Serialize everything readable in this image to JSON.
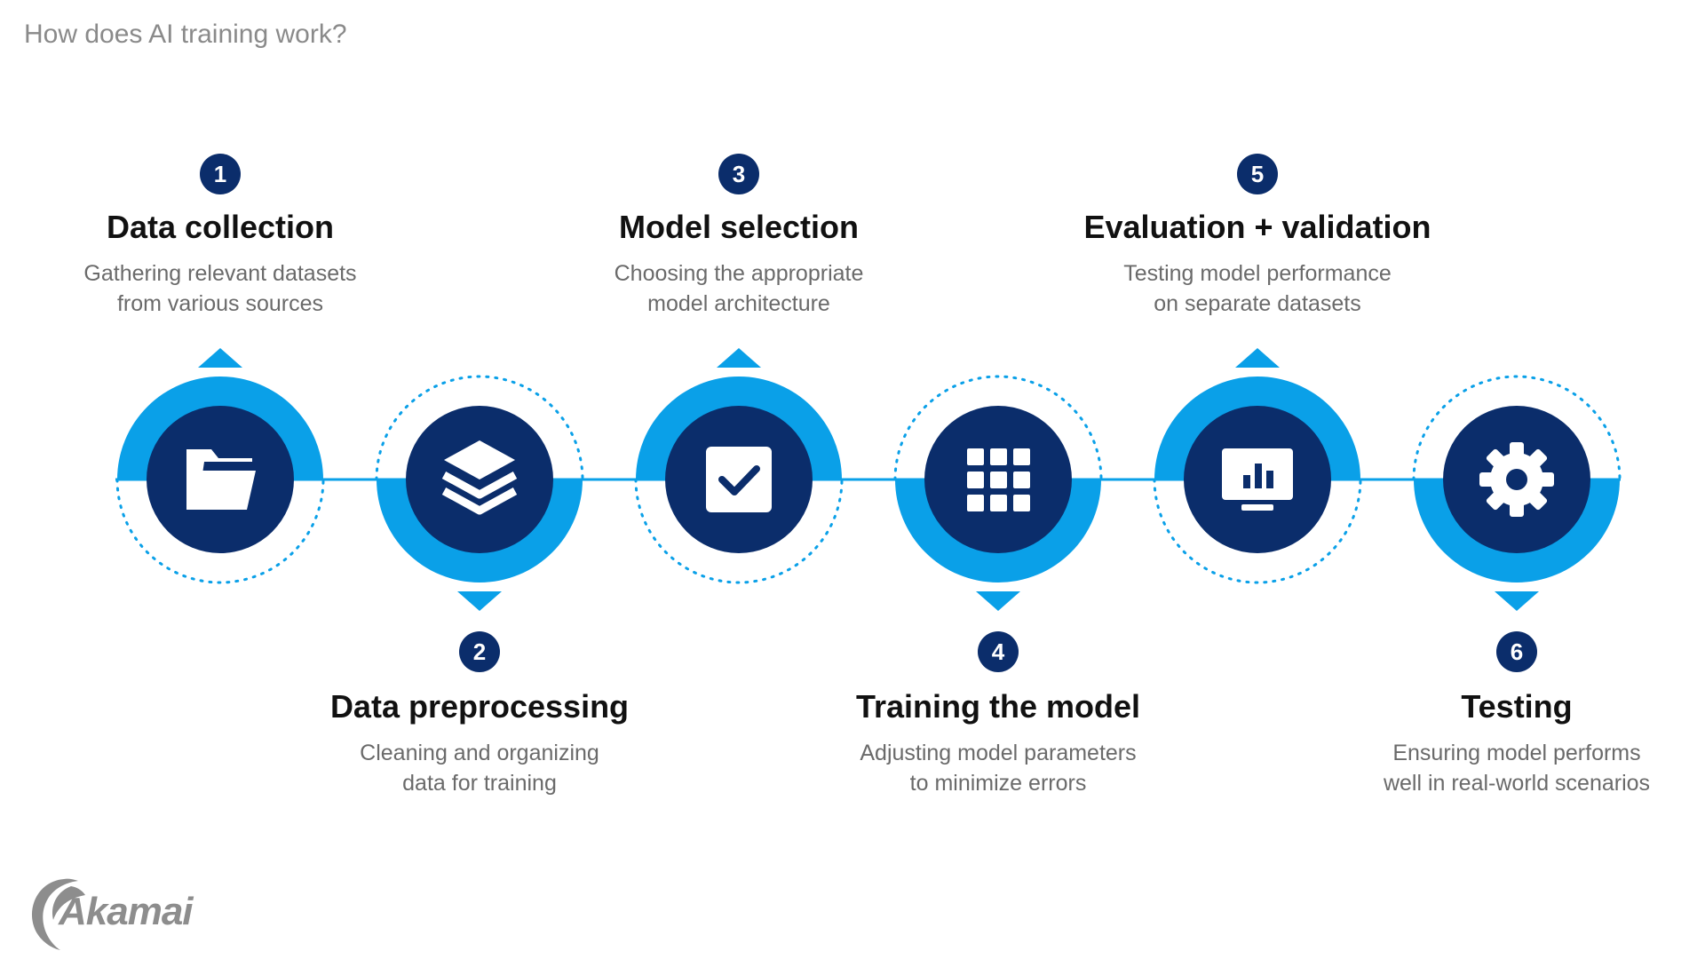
{
  "page": {
    "title": "How does AI training work?"
  },
  "colors": {
    "navy": "#0b2d6b",
    "accent": "#0aa0e8",
    "line": "#0aa0e8",
    "dots": "#0aa0e8",
    "heading": "#111111",
    "description": "#6a6a6a"
  },
  "steps": [
    {
      "number": "1",
      "heading": "Data collection",
      "description_lines": [
        "Gathering relevant datasets",
        "from various sources"
      ],
      "icon": "folder-icon",
      "position": "above"
    },
    {
      "number": "2",
      "heading": "Data preprocessing",
      "description_lines": [
        "Cleaning and organizing",
        "data for training"
      ],
      "icon": "layers-icon",
      "position": "below"
    },
    {
      "number": "3",
      "heading": "Model selection",
      "description_lines": [
        "Choosing the appropriate",
        "model architecture"
      ],
      "icon": "checkbox-icon",
      "position": "above"
    },
    {
      "number": "4",
      "heading": "Training the model",
      "description_lines": [
        "Adjusting model parameters",
        "to minimize errors"
      ],
      "icon": "grid-icon",
      "position": "below"
    },
    {
      "number": "5",
      "heading": "Evaluation + validation",
      "description_lines": [
        "Testing model performance",
        "on separate datasets"
      ],
      "icon": "monitor-chart-icon",
      "position": "above"
    },
    {
      "number": "6",
      "heading": "Testing",
      "description_lines": [
        "Ensuring model performs",
        "well in real-world scenarios"
      ],
      "icon": "gear-icon",
      "position": "below"
    }
  ],
  "logo": {
    "text": "Akamai"
  }
}
